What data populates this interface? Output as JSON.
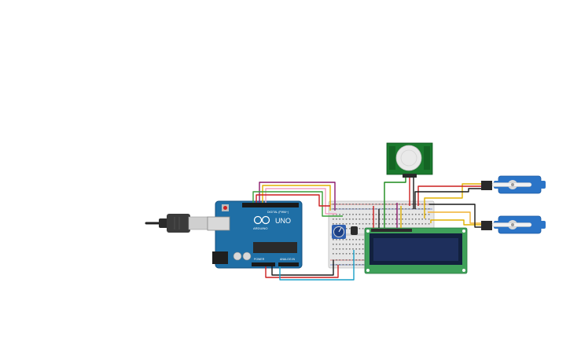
{
  "arduino": {
    "model_label": "UNO",
    "brand_label": "ARDUINO",
    "digital_header_label": "DIGITAL (PWM~)",
    "analog_header_label": "ANALOG IN",
    "power_header_label": "POWER",
    "board_color": "#1f6fa6"
  },
  "pir_sensor": {
    "board_color": "#1b7a2e"
  },
  "lcd": {
    "board_color": "#3fa15a",
    "screen_color": "#1e2f5c"
  },
  "servos": {
    "body_color": "#2b74c7",
    "count": 2
  },
  "wires": {
    "colors": [
      "#8b1a6b",
      "#e0b000",
      "#f2a0c0",
      "#3a9e3a",
      "#cc1f1f",
      "#1a1a1a",
      "#1aa0c8",
      "#f0b030",
      "#1b8a1b"
    ]
  }
}
